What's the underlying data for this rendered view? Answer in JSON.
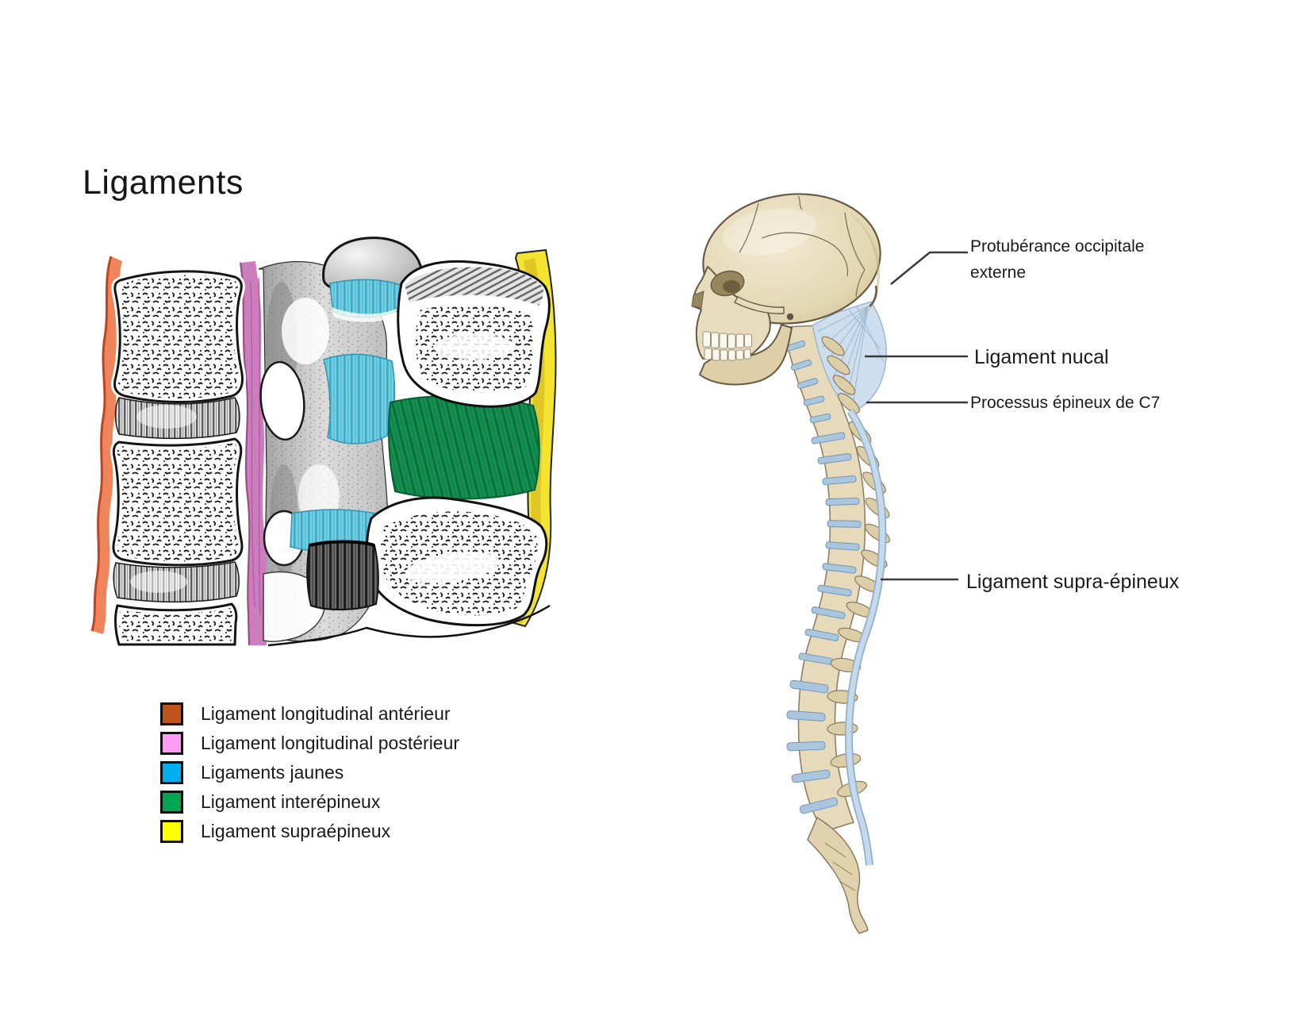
{
  "title": "Ligaments",
  "legend": {
    "items": [
      {
        "label": "Ligament longitudinal antérieur",
        "color": "#C0531B"
      },
      {
        "label": "Ligament longitudinal postérieur",
        "color": "#FE9BF4"
      },
      {
        "label": "Ligaments jaunes",
        "color": "#00AEEF"
      },
      {
        "label": "Ligament interépineux",
        "color": "#00A651"
      },
      {
        "label": "Ligament supraépineux",
        "color": "#FFFF00"
      }
    ]
  },
  "annotations": {
    "protuberance": {
      "label": "Protubérance occipitale externe"
    },
    "nuchal": {
      "label": "Ligament nucal"
    },
    "c7": {
      "label": "Processus épineux de C7"
    },
    "supraspinous": {
      "label": "Ligament supra-épineux"
    }
  }
}
